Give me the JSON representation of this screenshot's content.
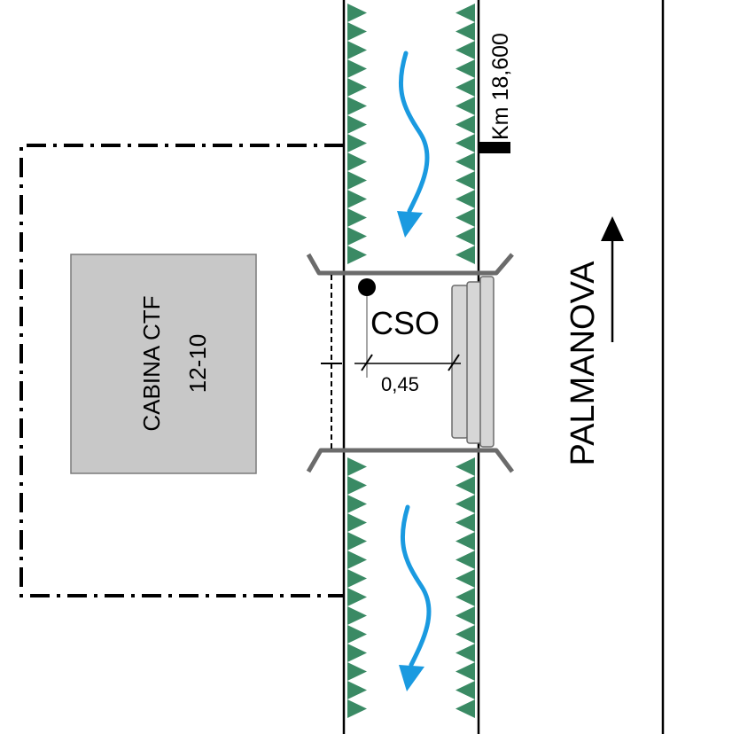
{
  "labels": {
    "cabin_line1": "CABINA CTF",
    "cabin_line2": "12-10",
    "cso": "CSO",
    "distance": "0,45",
    "km_marker": "Km 18,600",
    "direction": "PALMANOVA"
  },
  "colors": {
    "cabin_fill": "#c8c8c8",
    "bank_vegetation": "#3a8a64",
    "flow_arrow": "#1a9ae0",
    "line": "#000000",
    "bridge": "#6b6b6b",
    "bridge_beam": "#d6d6d6"
  },
  "icons": {
    "flow_arrows": "blue-wavy-arrow-icon",
    "direction_arrow": "arrow-up-icon",
    "cso_point": "filled-circle-icon"
  }
}
